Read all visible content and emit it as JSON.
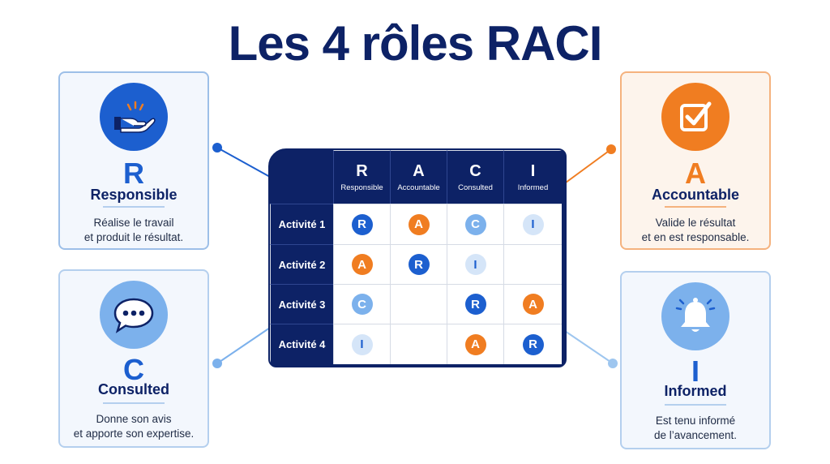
{
  "title": "Les 4 rôles RACI",
  "cards": {
    "responsible": {
      "letter": "R",
      "role": "Responsible",
      "desc_line1": "Réalise le travail",
      "desc_line2": "et produit le résultat."
    },
    "accountable": {
      "letter": "A",
      "role": "Accountable",
      "desc_line1": "Valide le résultat",
      "desc_line2": "et en est responsable."
    },
    "consulted": {
      "letter": "C",
      "role": "Consulted",
      "desc_line1": "Donne son avis",
      "desc_line2": "et apporte son expertise."
    },
    "informed": {
      "letter": "I",
      "role": "Informed",
      "desc_line1": "Est tenu informé",
      "desc_line2": "de l’avancement."
    }
  },
  "matrix": {
    "columns": [
      {
        "letter": "R",
        "label": "Responsible"
      },
      {
        "letter": "A",
        "label": "Accountable"
      },
      {
        "letter": "C",
        "label": "Consulted"
      },
      {
        "letter": "I",
        "label": "Informed"
      }
    ],
    "rows": [
      {
        "label": "Activité 1",
        "cells": [
          "R",
          "A",
          "C",
          "I"
        ]
      },
      {
        "label": "Activité 2",
        "cells": [
          "A",
          "R",
          "I",
          ""
        ]
      },
      {
        "label": "Activité 3",
        "cells": [
          "C",
          "",
          "R",
          "A"
        ]
      },
      {
        "label": "Activité 4",
        "cells": [
          "I",
          "",
          "A",
          "R"
        ]
      }
    ]
  },
  "icons": {
    "responsible": "hand-icon",
    "accountable": "checkbox-icon",
    "consulted": "speech-bubble-icon",
    "informed": "bell-icon"
  },
  "colors": {
    "navy": "#0d2266",
    "blue": "#1c5fcf",
    "orange": "#f07d21",
    "light_blue": "#7cb1ec",
    "pale_blue": "#d5e5f8"
  }
}
